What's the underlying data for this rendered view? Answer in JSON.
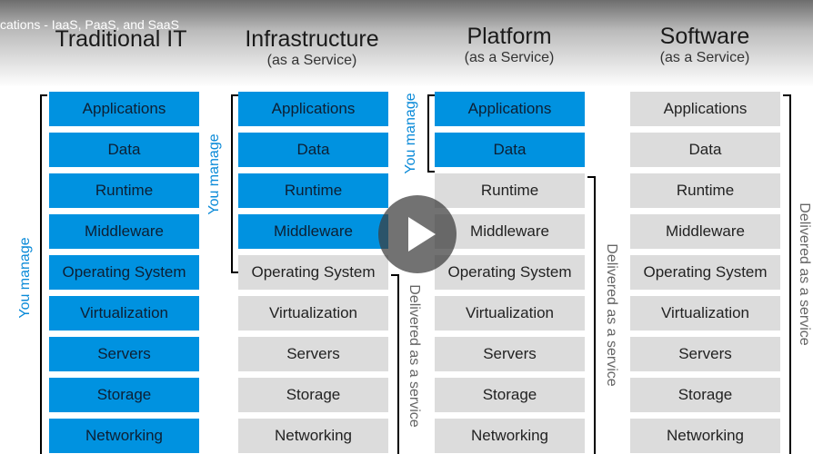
{
  "video_title": "cations - IaaS, PaaS, and SaaS",
  "columns": [
    {
      "title": "Traditional IT",
      "subtitle": "",
      "rows": [
        "Applications",
        "Data",
        "Runtime",
        "Middleware",
        "Operating System",
        "Virtualization",
        "Servers",
        "Storage",
        "Networking"
      ],
      "you_manage_count": 9,
      "you_manage_label": "You manage",
      "delivered_label": ""
    },
    {
      "title": "Infrastructure",
      "subtitle": "(as a Service)",
      "rows": [
        "Applications",
        "Data",
        "Runtime",
        "Middleware",
        "Operating System",
        "Virtualization",
        "Servers",
        "Storage",
        "Networking"
      ],
      "you_manage_count": 4,
      "you_manage_label": "You manage",
      "delivered_label": "Delivered as a service"
    },
    {
      "title": "Platform",
      "subtitle": "(as a Service)",
      "rows": [
        "Applications",
        "Data",
        "Runtime",
        "Middleware",
        "Operating System",
        "Virtualization",
        "Servers",
        "Storage",
        "Networking"
      ],
      "you_manage_count": 2,
      "you_manage_label": "You manage",
      "delivered_label": "Delivered as a service"
    },
    {
      "title": "Software",
      "subtitle": "(as a Service)",
      "rows": [
        "Applications",
        "Data",
        "Runtime",
        "Middleware",
        "Operating System",
        "Virtualization",
        "Servers",
        "Storage",
        "Networking"
      ],
      "you_manage_count": 0,
      "you_manage_label": "",
      "delivered_label": "Delivered as a service"
    }
  ],
  "colors": {
    "managed": "#0092e0",
    "delivered": "#dcdcdc",
    "accent": "#0a8ad8"
  },
  "play_button_icon": "play-icon"
}
